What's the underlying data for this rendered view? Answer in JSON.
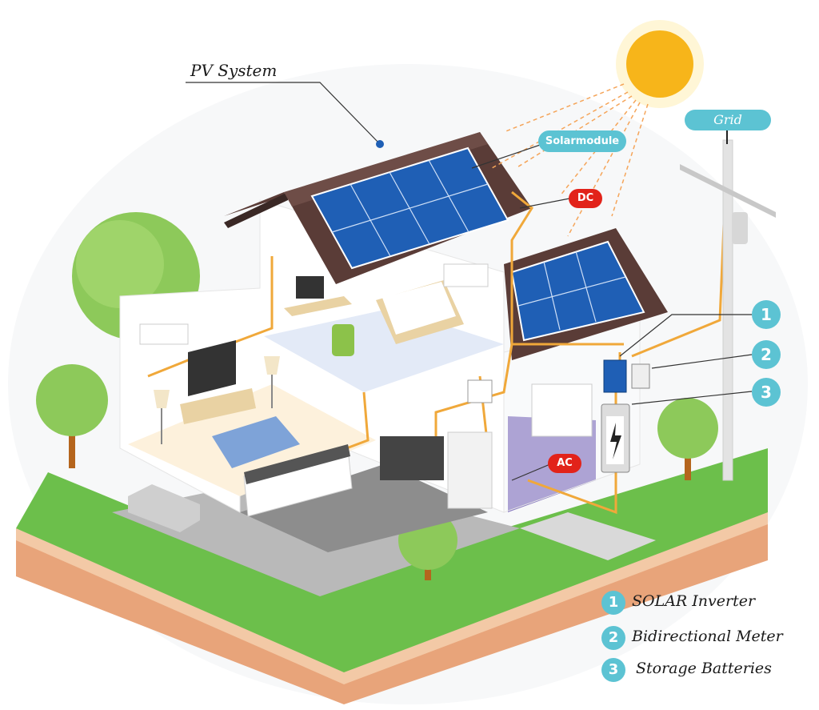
{
  "labels": {
    "pv_system": "PV System",
    "solarmodule": "Solarmodule",
    "dc": "DC",
    "ac": "AC",
    "grid": "Grid"
  },
  "markers": [
    "1",
    "2",
    "3"
  ],
  "legend": [
    {
      "num": "1",
      "text": "SOLAR Inverter"
    },
    {
      "num": "2",
      "text": "Bidirectional Meter"
    },
    {
      "num": "3",
      "text": "Storage Batteries"
    }
  ],
  "colors": {
    "accent": "#5cc3d3",
    "red": "#e2231a",
    "wire": "#f0a83a",
    "roof": "#5a3c37",
    "panel": "#1f5fb5",
    "grass": "#6cbf4b",
    "soil": "#e8a47a"
  }
}
